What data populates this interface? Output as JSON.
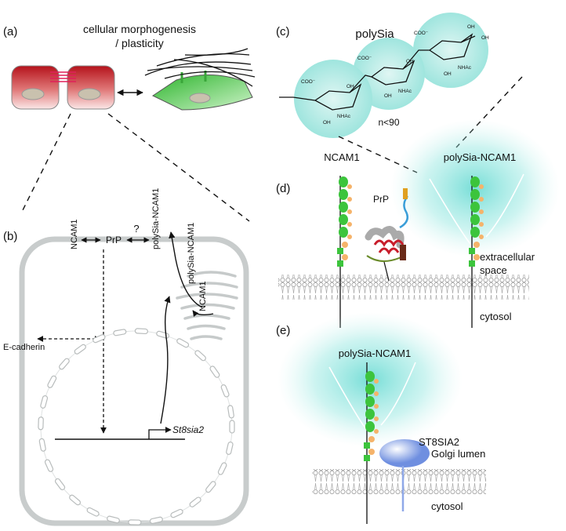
{
  "panel_a": {
    "letter": "(a)",
    "title_line1": "cellular morphogenesis",
    "title_line2": "/ plasticity"
  },
  "panel_b": {
    "letter": "(b)",
    "ncam1": "NCAM1",
    "prp": "PrP",
    "question": "?",
    "polysia_ncam1_top": "polySia-NCAM1",
    "polysia_ncam1_golgi": "polySia-NCAM1",
    "ncam1_golgi": "NCAM1",
    "ecadherin": "E-cadherin",
    "gene": "St8sia2"
  },
  "panel_c": {
    "letter": "(c)",
    "title": "polySia",
    "repeat": "n<90",
    "coo": "COO⁻",
    "oh": "OH",
    "nhac": "NHAc"
  },
  "panel_d": {
    "letter": "(d)",
    "ncam1": "NCAM1",
    "polysia_ncam1": "polySia-NCAM1",
    "prp": "PrP",
    "extracellular": "extracellular",
    "space": "space",
    "cytosol": "cytosol"
  },
  "panel_e": {
    "letter": "(e)",
    "polysia_ncam1": "polySia-NCAM1",
    "st8sia2": "ST8SIA2",
    "golgi_lumen": "Golgi lumen",
    "cytosol": "cytosol"
  },
  "colors": {
    "cell_red": "#b5121b",
    "cell_green": "#4ec94e",
    "polysia_glow": "#5fd8d0",
    "domain_green": "#3cc43c",
    "fn_orange": "#f5b36a",
    "cell_outline": "#c8cccc",
    "enzyme_blue": "#8fa8e8"
  }
}
